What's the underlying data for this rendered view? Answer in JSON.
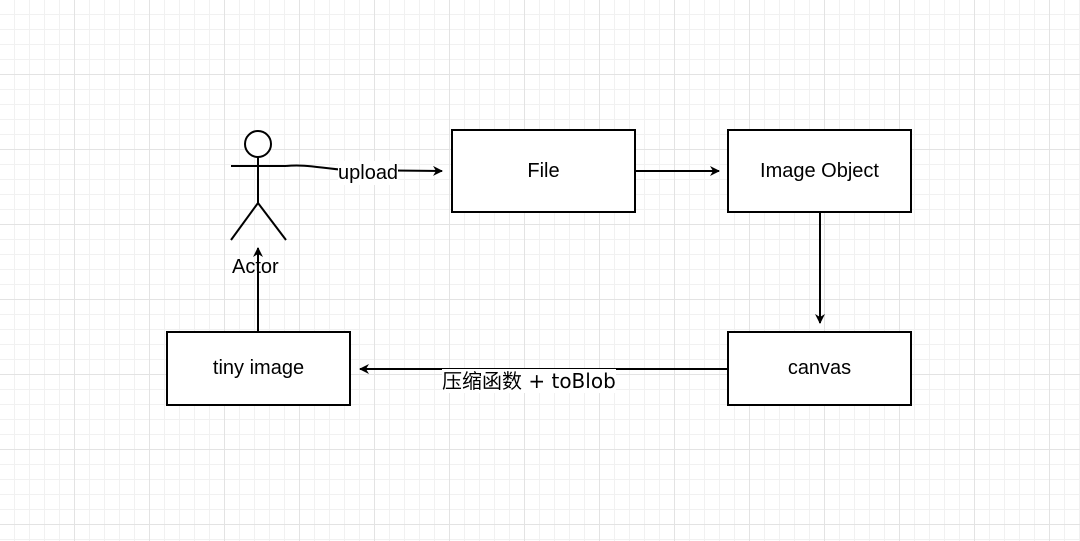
{
  "nodes": {
    "actor": "Actor",
    "file": "File",
    "image_object": "Image Object",
    "canvas": "canvas",
    "tiny_image": "tiny image"
  },
  "edges": {
    "actor_to_file": "upload",
    "canvas_to_tiny_image": "压缩函数 + toBlob"
  },
  "colors": {
    "stroke": "#000000",
    "background": "#ffffff",
    "grid": "#e3e3e3"
  }
}
